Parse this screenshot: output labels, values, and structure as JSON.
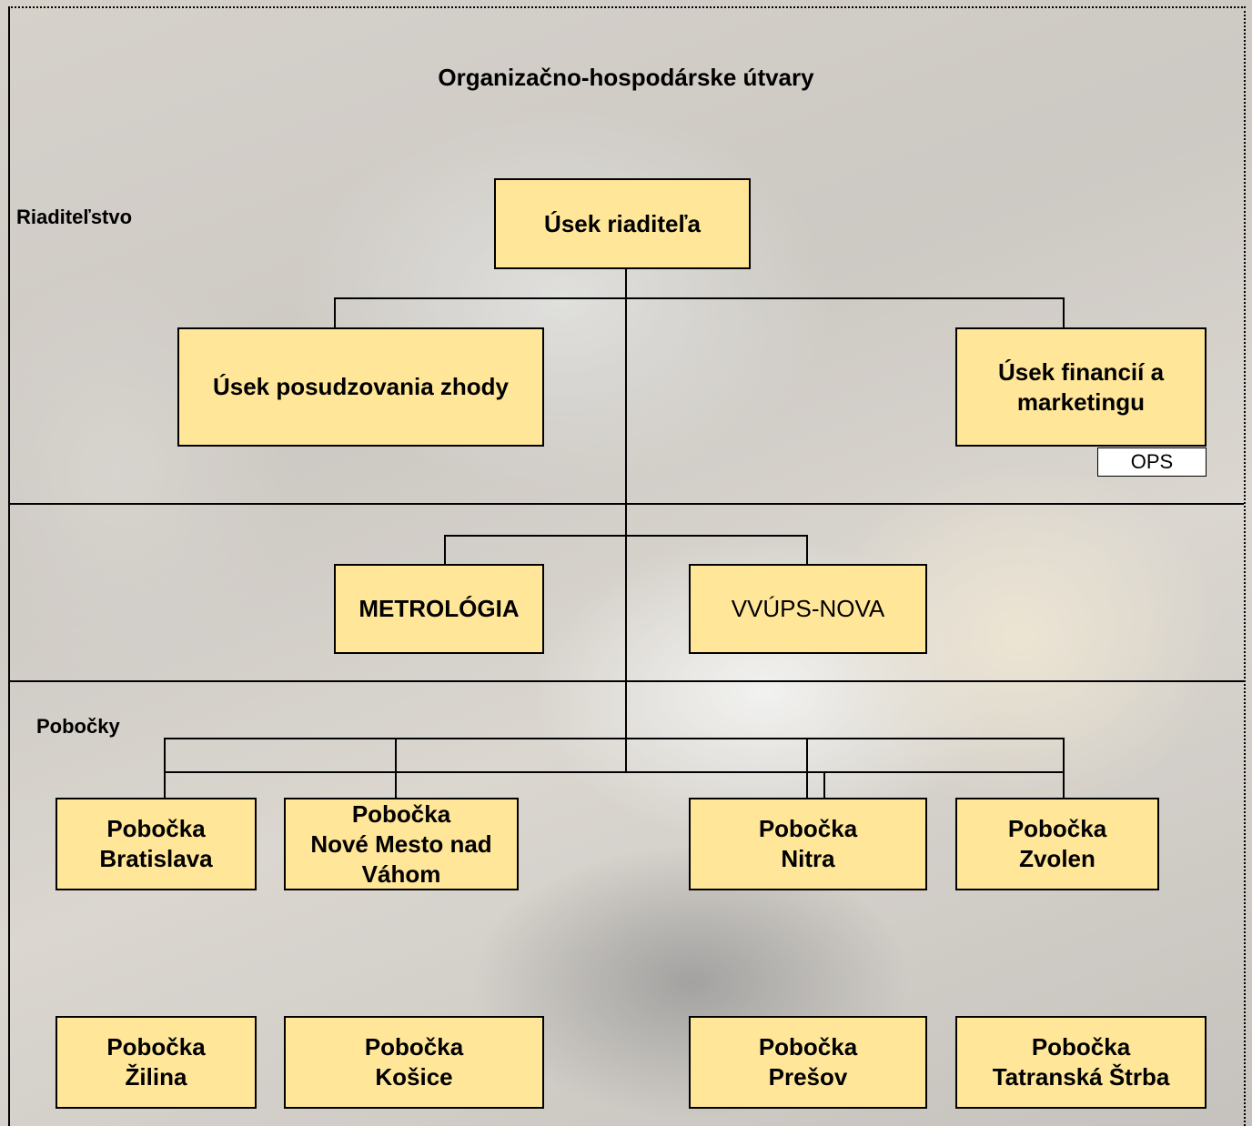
{
  "title": "Organizačno-hospodárske útvary",
  "sections": {
    "direction": "Riaditeľstvo",
    "branches": "Pobočky"
  },
  "nodes": {
    "director": "Úsek riaditeľa",
    "conformity": "Úsek posudzovania zhody",
    "finance": "Úsek financií a\nmarketingu",
    "ops": "OPS",
    "metrology": "METROLÓGIA",
    "vvups": "VVÚPS-NOVA",
    "bratislava": "Pobočka\nBratislava",
    "nove_mesto": "Pobočka\nNové Mesto nad\nVáhom",
    "nitra": "Pobočka\nNitra",
    "zvolen": "Pobočka\nZvolen",
    "zilina": "Pobočka\nŽilina",
    "kosice": "Pobočka\nKošice",
    "presov": "Pobočka\nPrešov",
    "tatranska": "Pobočka\nTatranská Štrba"
  },
  "colors": {
    "box_fill": "#ffe699",
    "line": "#000000"
  }
}
